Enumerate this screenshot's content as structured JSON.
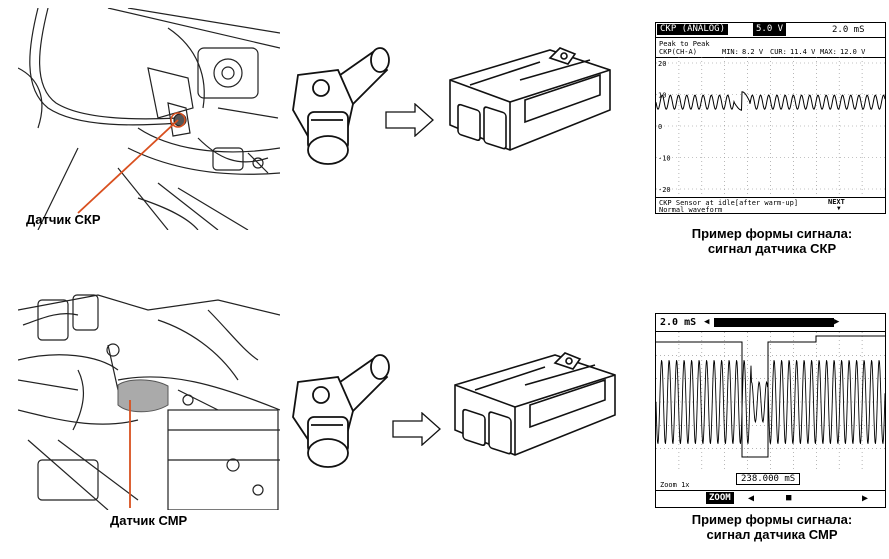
{
  "labels": {
    "ckp_sensor": "Датчик СКР",
    "cmp_sensor": "Датчик СМР"
  },
  "captions": {
    "ckp_line1": "Пример формы сигнала:",
    "ckp_line2": "сигнал датчика СКР",
    "cmp_line1": "Пример формы сигнала:",
    "cmp_line2": "сигнал датчика СМР"
  },
  "scope_ckp": {
    "mode": "CKP (ANALOG)",
    "volts_div": "5.0 V",
    "time_div": "2.0 mS",
    "measure_title": "Peak to Peak",
    "channel": "CKP(CH-A)",
    "min_label": "MIN:",
    "min_value": "8.2 V",
    "cur_label": "CUR:",
    "cur_value": "11.4 V",
    "max_label": "MAX:",
    "max_value": "12.0 V",
    "y_ticks": [
      "20",
      "10",
      "0",
      "-10",
      "-20"
    ],
    "footer_line1": "CKP Sensor at idle[after warm-up]",
    "footer_line2": "Normal waveform",
    "next_label": "NEXT",
    "next_arrow": "▼"
  },
  "scope_cmp": {
    "time_div": "2.0 mS",
    "left_arrow": "◀",
    "right_arrow": "▶",
    "cursor_time": "238.000 mS",
    "zoom_factor": "Zoom 1x",
    "zoom_button": "ZOOM",
    "nav_left": "◀",
    "nav_mid": "■",
    "nav_right": "▶"
  },
  "icons": [
    "engine-photo",
    "sensor-drawing",
    "arrow-right",
    "ecu-drawing",
    "scope-screen"
  ]
}
